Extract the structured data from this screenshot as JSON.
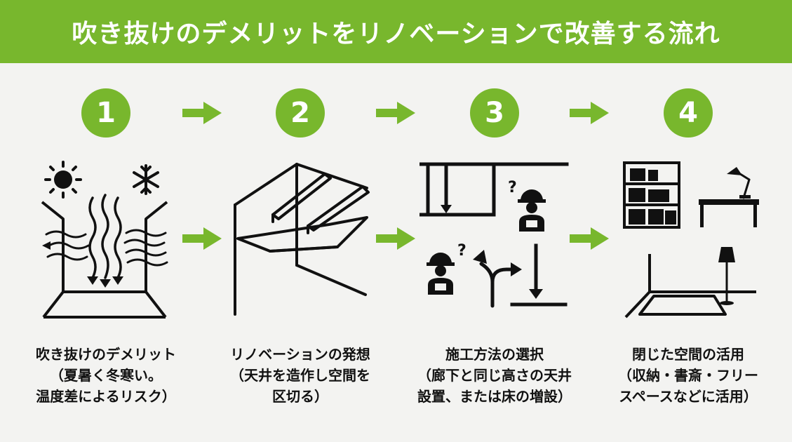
{
  "header": {
    "title": "吹き抜けのデメリットをリノベーションで改善する流れ"
  },
  "colors": {
    "accent": "#78b72d",
    "background": "#f3f3f1",
    "ink": "#111111"
  },
  "steps": [
    {
      "number": "1",
      "icon": "double-height-space-airflow-icon",
      "title": "吹き抜けのデメリット",
      "desc_line1": "（夏暑く冬寒い。",
      "desc_line2": "温度差によるリスク）"
    },
    {
      "number": "2",
      "icon": "ceiling-frame-construction-icon",
      "title": "リノベーションの発想",
      "desc_line1": "（天井を造作し空間を",
      "desc_line2": "区切る）"
    },
    {
      "number": "3",
      "icon": "construction-method-choice-icon",
      "title": "施工方法の選択",
      "desc_line1": "（廊下と同じ高さの天井",
      "desc_line2": "設置、または床の増設）"
    },
    {
      "number": "4",
      "icon": "furnished-room-icon",
      "title": "閉じた空間の活用",
      "desc_line1": "（収納・書斎・フリー",
      "desc_line2": "スペースなどに活用）"
    }
  ]
}
